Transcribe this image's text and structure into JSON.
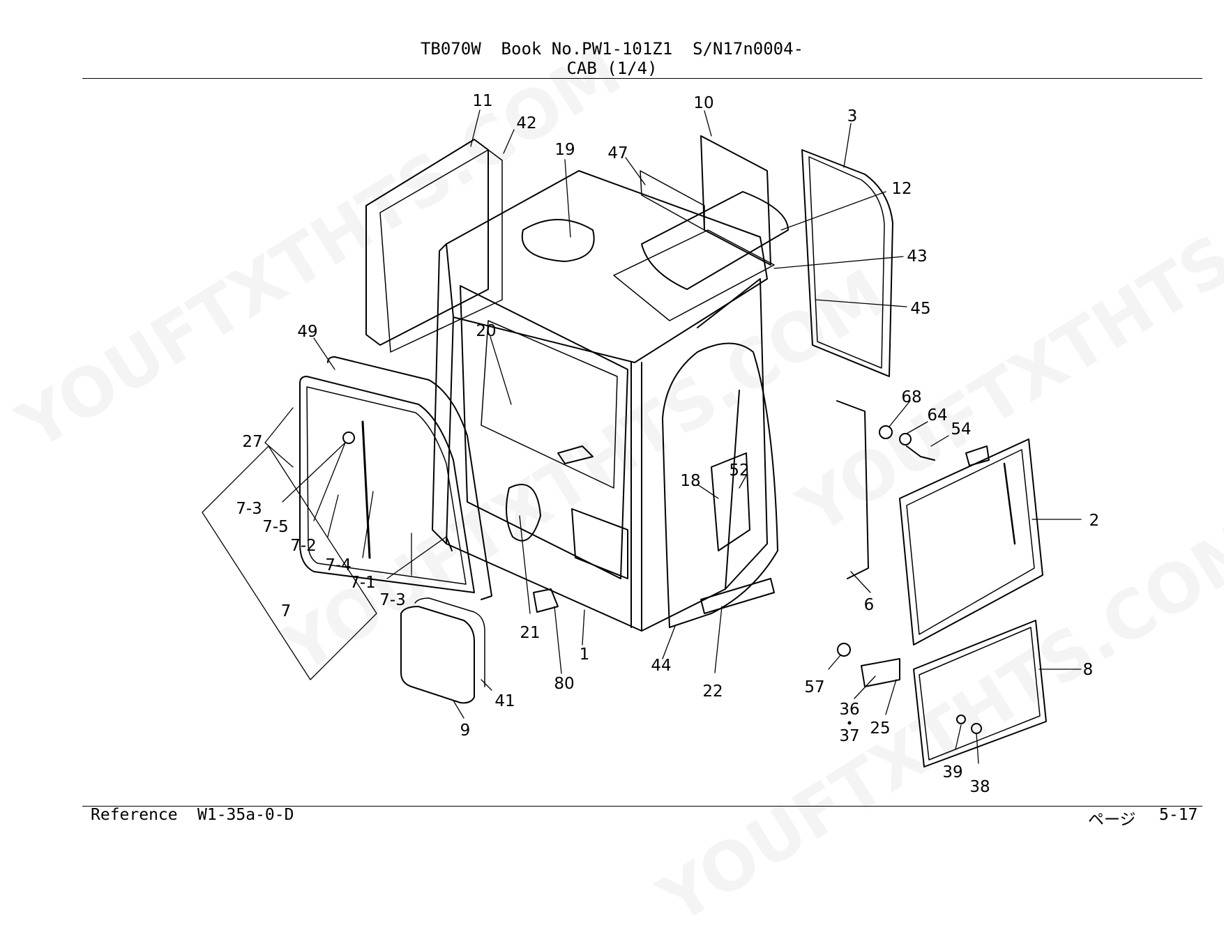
{
  "header": {
    "line1": "TB070W  Book No.PW1-101Z1  S/N17n0004-",
    "line2": "CAB (1/4)"
  },
  "footer": {
    "reference_label": "Reference",
    "reference_code": "W1-35a-0-D",
    "page_label": "ページ",
    "page_number": "5-17"
  },
  "watermarks": [
    "YOUFTXTHTS.COM",
    "YOUFTXTHTS.COM",
    "YOUFTXTHTS.COM",
    "YOUFTXTHTS.COM"
  ],
  "callouts": {
    "c11": "11",
    "c42": "42",
    "c19": "19",
    "c47": "47",
    "c10": "10",
    "c3": "3",
    "c12": "12",
    "c43": "43",
    "c45": "45",
    "c20": "20",
    "c49": "49",
    "c68": "68",
    "c64": "64",
    "c54": "54",
    "c27": "27",
    "c52": "52",
    "c18": "18",
    "c2": "2",
    "c7_3a": "7-3",
    "c7_5": "7-5",
    "c7_2": "7-2",
    "c7_4": "7-4",
    "c7_1": "7-1",
    "c7_3b": "7-3",
    "c6": "6",
    "c7": "7",
    "c21": "21",
    "c1": "1",
    "c44": "44",
    "c22": "22",
    "c8": "8",
    "c80": "80",
    "c57": "57",
    "c36": "36",
    "c37": "37",
    "c25": "25",
    "c41": "41",
    "c9": "9",
    "c39": "39",
    "c38": "38"
  }
}
